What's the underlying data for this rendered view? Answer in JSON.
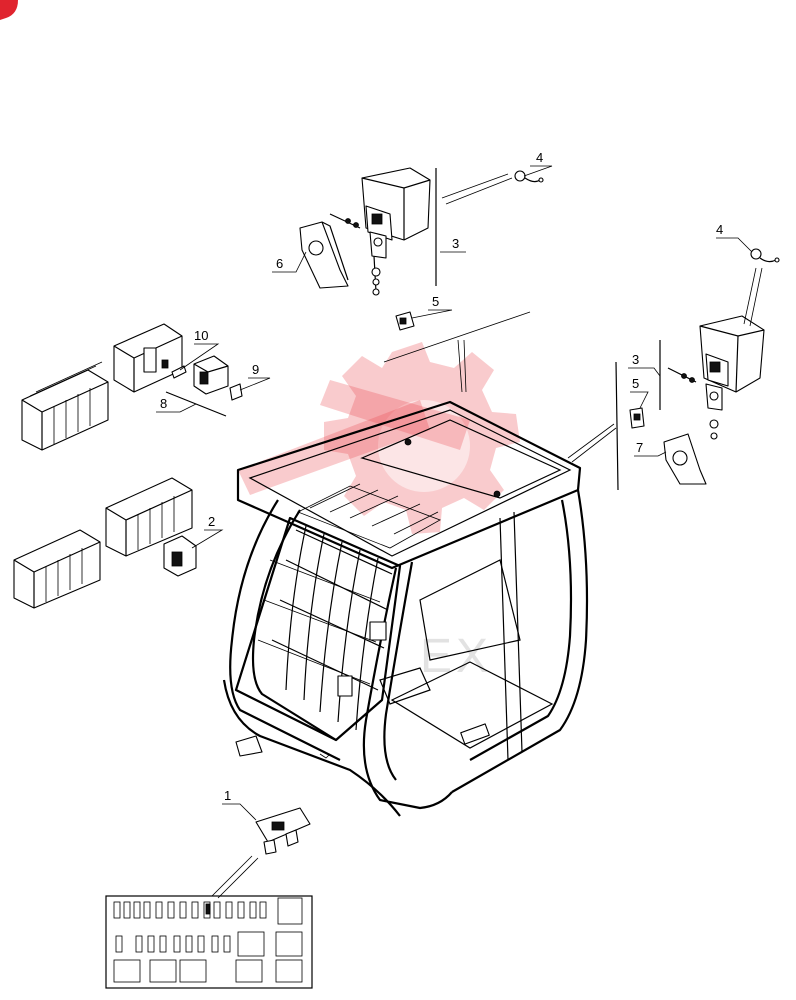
{
  "diagram": {
    "corner_badge": {
      "color": "#e0242e",
      "icon": "circle-badge-icon"
    },
    "watermark": {
      "color": "#e8454d",
      "text": "EX"
    },
    "callouts": [
      {
        "id": "c1",
        "label": "1"
      },
      {
        "id": "c2",
        "label": "2"
      },
      {
        "id": "c3a",
        "label": "3"
      },
      {
        "id": "c3b",
        "label": "3"
      },
      {
        "id": "c4a",
        "label": "4"
      },
      {
        "id": "c4b",
        "label": "4"
      },
      {
        "id": "c5a",
        "label": "5"
      },
      {
        "id": "c5b",
        "label": "5"
      },
      {
        "id": "c6",
        "label": "6"
      },
      {
        "id": "c7",
        "label": "7"
      },
      {
        "id": "c8",
        "label": "8"
      },
      {
        "id": "c9",
        "label": "9"
      },
      {
        "id": "c10",
        "label": "10"
      }
    ]
  }
}
